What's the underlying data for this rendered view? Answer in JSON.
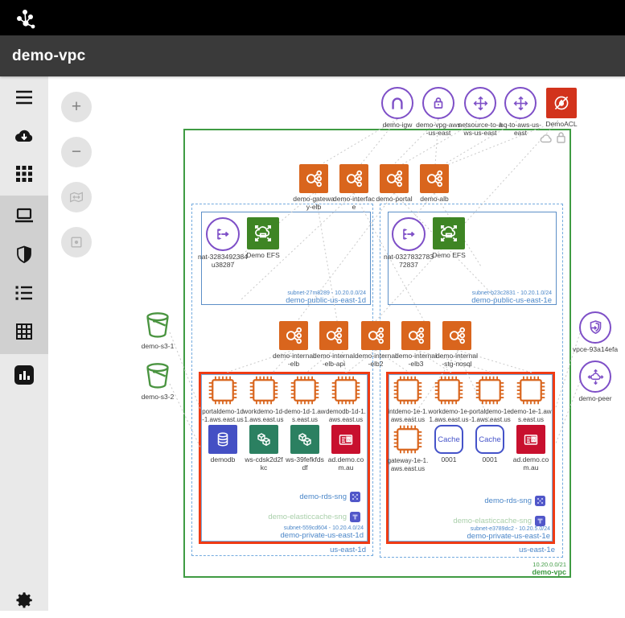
{
  "header": {
    "title": "demo-vpc"
  },
  "controls": {
    "zoom_in": "+",
    "zoom_out": "−"
  },
  "diagram": {
    "top": [
      {
        "label": "demo-igw",
        "type": "internet-gateway"
      },
      {
        "label": "demo-vpg-aws-us-east",
        "type": "vpn-gateway"
      },
      {
        "label": "netsource-to-aws-us-east",
        "type": "vpn-connection"
      },
      {
        "label": "hq-to-aws-us-east",
        "type": "vpn-connection"
      },
      {
        "label": "DemoACL",
        "type": "network-acl"
      }
    ],
    "s3": [
      {
        "label": "demo-s3-1"
      },
      {
        "label": "demo-s3-2"
      }
    ],
    "right_nodes": [
      {
        "label": "vpce-93a14efa",
        "type": "vpc-endpoint"
      },
      {
        "label": "demo-peer",
        "type": "peering-connection"
      }
    ],
    "elb_row1": [
      {
        "label": "demo-gateway-elb"
      },
      {
        "label": "demo-interface"
      },
      {
        "label": "demo-portal"
      },
      {
        "label": "demo-alb"
      }
    ],
    "elb_row2": [
      {
        "label": "demo-internal-elb"
      },
      {
        "label": "demo-internal-elb-api"
      },
      {
        "label": "demo-internal-elb2"
      },
      {
        "label": "demo-internal-elb3"
      },
      {
        "label": "demo-internal-stg-nosql"
      }
    ],
    "cache_text": "Cache",
    "vpc": {
      "cidr": "10.20.0.0/21",
      "name": "demo-vpc"
    },
    "azs": [
      {
        "name": "us-east-1d",
        "public": {
          "nat": "nat-3283492384u38287",
          "efs": "Demo EFS",
          "subnet_id": "subnet-27m8289 - 10.20.0.0/24",
          "subnet_name": "demo-public-us-east-1d"
        },
        "private": {
          "instances": [
            "portaldemo-1d-1.aws.east.us",
            "workdemo-1d-1.aws.east.us",
            "demo-1d-1.aws.east.us",
            "demodb-1d-1.aws.east.us"
          ],
          "row2": [
            {
              "label": "demodb"
            },
            {
              "label": "ws-cdsk2d2fkc"
            },
            {
              "label": "ws-39fefkfdsdf"
            },
            {
              "label": "ad.demo.com.au"
            }
          ],
          "rds_sng": "demo-rds-sng",
          "cache_sng": "demo-elasticcache-sng",
          "subnet_id": "subnet-559cd604 - 10.20.4.0/24",
          "subnet_name": "demo-private-us-east-1d"
        }
      },
      {
        "name": "us-east-1e",
        "public": {
          "nat": "nat-032783278372837",
          "efs": "Demo EFS",
          "subnet_id": "subnet-b23c2831 - 10.20.1.0/24",
          "subnet_name": "demo-public-us-east-1e"
        },
        "private": {
          "instances": [
            "intdemo-1e-1.aws.east.us",
            "workdemo-1e-1.aws.east.us",
            "portaldemo-1e-1.aws.east.us",
            "demo-1e-1.aws.east.us"
          ],
          "row2": [
            {
              "label": "gateway-1e-1.aws.east.us"
            },
            {
              "label": "0001"
            },
            {
              "label": "0001"
            },
            {
              "label": "ad.demo.com.au"
            }
          ],
          "rds_sng": "demo-rds-sng",
          "cache_sng": "demo-elasticcache-sng",
          "subnet_id": "subnet-e3789dc2 - 10.20.5.0/24",
          "subnet_name": "demo-private-us-east-1e"
        }
      }
    ]
  }
}
